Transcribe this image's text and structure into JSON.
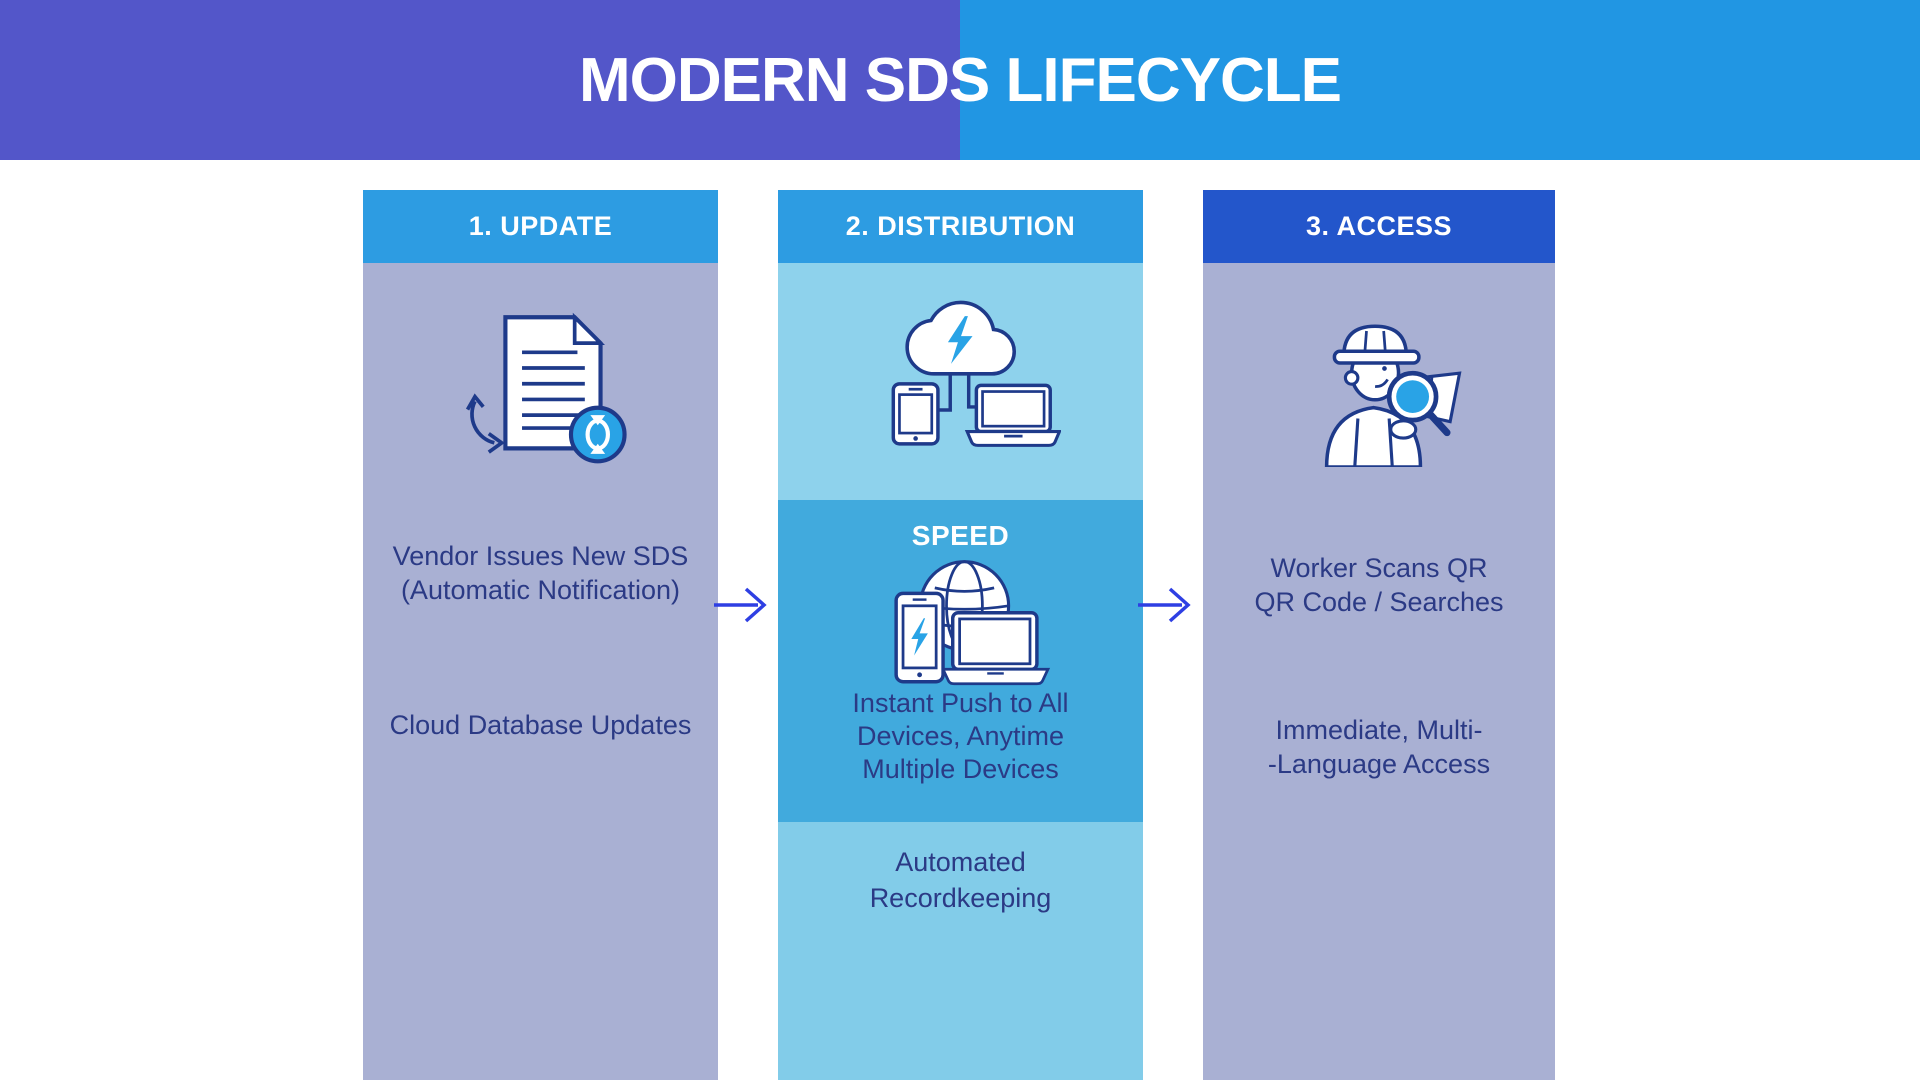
{
  "header": {
    "title": "MODERN SDS LIFECYCLE",
    "left_color": "#5356c9",
    "right_color": "#2196e3"
  },
  "flow": {
    "arrow_color": "#2e3fe3",
    "text_color": "#2b3a85",
    "icon_outline_color": "#1e3a8a",
    "icon_accent_color": "#29a3e6"
  },
  "columns": [
    {
      "header": {
        "label": "1. UPDATE",
        "color": "#2d9ce2",
        "text_color": "#ffffff"
      },
      "body_color": "#a9b0d3",
      "icon": "document-sync-icon",
      "primary_text": "Vendor Issues New SDS\n(Automatic Notification)",
      "secondary_text": "Cloud Database Updates"
    },
    {
      "header": {
        "label": "2. DISTRIBUTION",
        "color": "#2d9ce2",
        "text_color": "#ffffff"
      },
      "sections": [
        {
          "color": "#8ed2ec",
          "icon": "cloud-sync-devices-icon"
        },
        {
          "color": "#41aadd",
          "heading": "SPEED",
          "icon": "globe-devices-icon",
          "text": "Instant Push to All\nDevices, Anytime\nMultiple Devices"
        },
        {
          "color": "#82cce9",
          "text": "Automated\nRecordkeeping"
        }
      ]
    },
    {
      "header": {
        "label": "3. ACCESS",
        "color": "#2356cb",
        "text_color": "#ffffff"
      },
      "body_color": "#a9b0d3",
      "icon": "worker-magnifier-icon",
      "primary_text": "Worker Scans QR\nQR Code / Searches",
      "secondary_text": "Immediate, Multi-\n-Language Access"
    }
  ]
}
